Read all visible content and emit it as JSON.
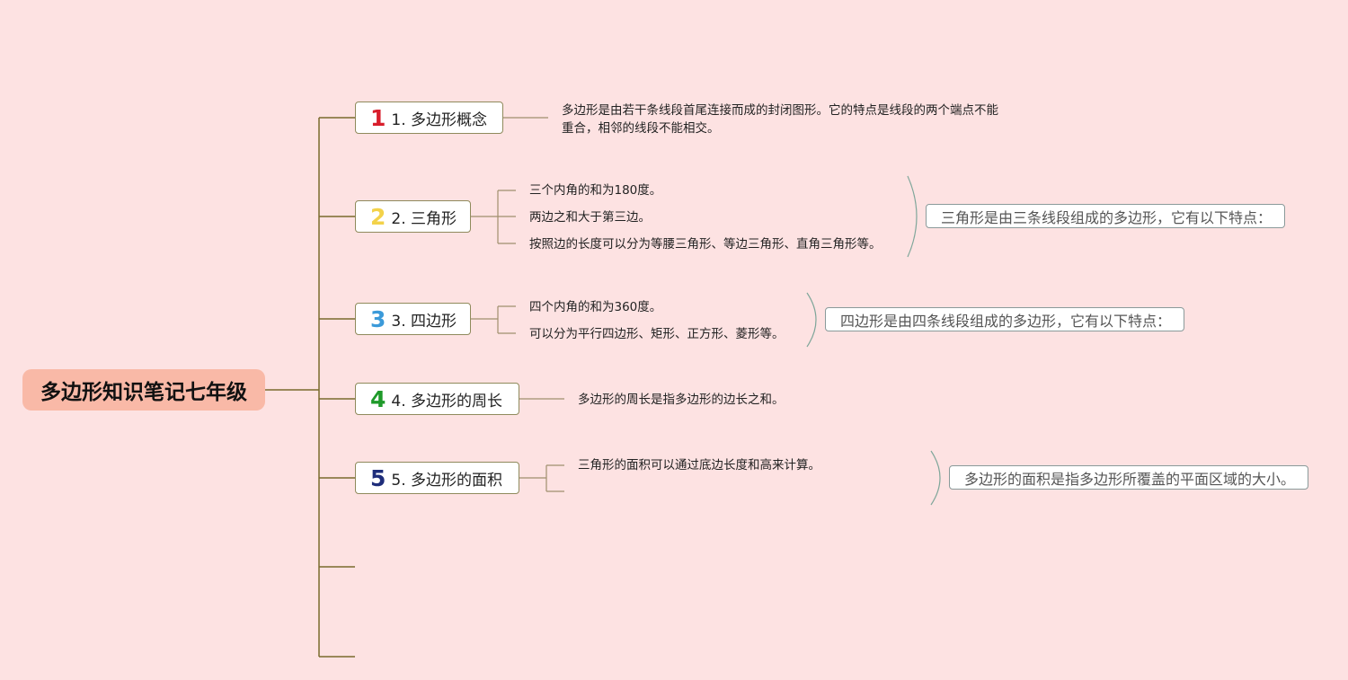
{
  "root": {
    "title": "多边形知识笔记七年级"
  },
  "colors": {
    "background": "#fde2e2",
    "root_fill": "#f9b9a7",
    "branch_line": "#7a6a2c",
    "num1": "#d81e2b",
    "num2": "#f3d24a",
    "num3": "#3b9ad9",
    "num4": "#1f9a2a",
    "num5": "#1e2d7a"
  },
  "topics": [
    {
      "num": "1",
      "label": "1. 多边形概念",
      "details": [
        "多边形是由若干条线段首尾连接而成的封闭图形。它的特点是线段的两个端点不能重合，相邻的线段不能相交。"
      ]
    },
    {
      "num": "2",
      "label": "2. 三角形",
      "details": [
        "三个内角的和为180度。",
        "两边之和大于第三边。",
        "按照边的长度可以分为等腰三角形、等边三角形、直角三角形等。"
      ],
      "summary": "三角形是由三条线段组成的多边形，它有以下特点："
    },
    {
      "num": "3",
      "label": "3. 四边形",
      "details": [
        "四个内角的和为360度。",
        "可以分为平行四边形、矩形、正方形、菱形等。"
      ],
      "summary": "四边形是由四条线段组成的多边形，它有以下特点："
    },
    {
      "num": "4",
      "label": "4. 多边形的周长",
      "details": [
        "多边形的周长是指多边形的边长之和。"
      ]
    },
    {
      "num": "5",
      "label": "5. 多边形的面积",
      "details": [
        "三角形的面积可以通过底边长度和高来计算。"
      ],
      "summary": "多边形的面积是指多边形所覆盖的平面区域的大小。"
    }
  ]
}
